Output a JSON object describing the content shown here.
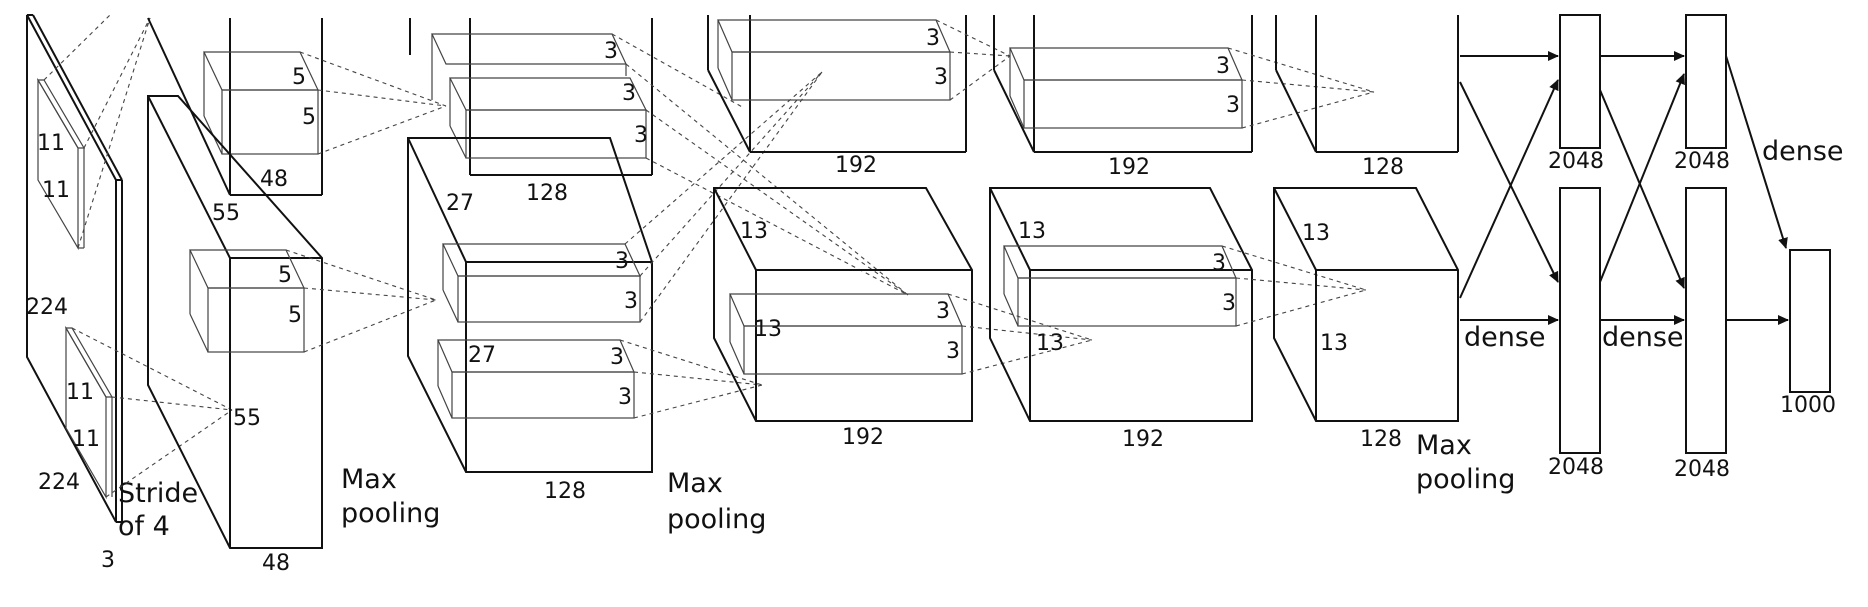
{
  "input": {
    "size_top": "224",
    "size_bottom": "224",
    "depth": "3",
    "kernel_a": "11",
    "kernel_b": "11",
    "kernel_c": "11",
    "kernel_d": "11",
    "stride_line1": "Stride",
    "stride_line2": "of 4"
  },
  "conv1": {
    "top_depth": "48",
    "bottom_depth": "48",
    "size": "55",
    "size_b": "55",
    "kernel_top_a": "5",
    "kernel_top_b": "5",
    "kernel_bot_a": "5",
    "kernel_bot_b": "5",
    "pool_line1": "Max",
    "pool_line2": "pooling"
  },
  "conv2": {
    "top_depth": "128",
    "bottom_depth": "128",
    "size_a": "27",
    "size_b": "27",
    "k1": "3",
    "k2": "3",
    "k3": "3",
    "k4": "3",
    "k5": "3",
    "k6": "3",
    "pool_line1": "Max",
    "pool_line2": "pooling"
  },
  "conv3": {
    "top_depth": "192",
    "bottom_depth": "192",
    "size_a": "13",
    "size_b": "13",
    "k1": "3",
    "k2": "3",
    "k3": "3",
    "k4": "3"
  },
  "conv4": {
    "top_depth": "192",
    "bottom_depth": "192",
    "size_a": "13",
    "size_b": "13",
    "k1": "3",
    "k2": "3",
    "k3": "3",
    "k4": "3"
  },
  "conv5": {
    "top_depth": "128",
    "bottom_depth": "128",
    "size_a": "13",
    "size_b": "13",
    "pool_line1": "Max",
    "pool_line2": "pooling"
  },
  "dense": {
    "fc1_top": "2048",
    "fc1_bottom": "2048",
    "fc2_top": "2048",
    "fc2_bottom": "2048",
    "output": "1000",
    "label_1": "dense",
    "label_2": "dense",
    "label_3": "dense"
  }
}
